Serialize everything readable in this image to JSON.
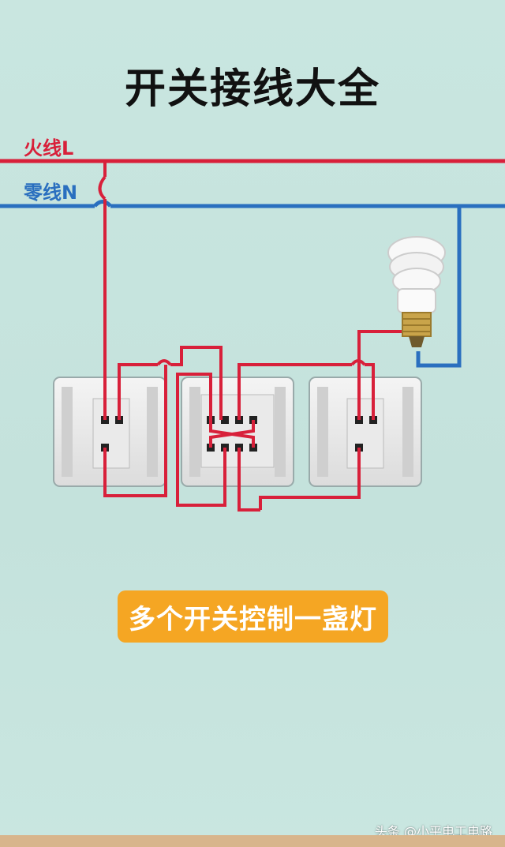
{
  "title": "开关接线大全",
  "live_label": "火线L",
  "neutral_label": "零线N",
  "caption": "多个开关控制一盏灯",
  "watermark": "头条 @小平电工电路",
  "colors": {
    "live": "#d8203a",
    "neutral": "#2a6fbf",
    "caption_bg": "#f5a623",
    "background": "#c9e6e0"
  },
  "icons": [
    "bulb-icon",
    "switch-plate-icon"
  ]
}
